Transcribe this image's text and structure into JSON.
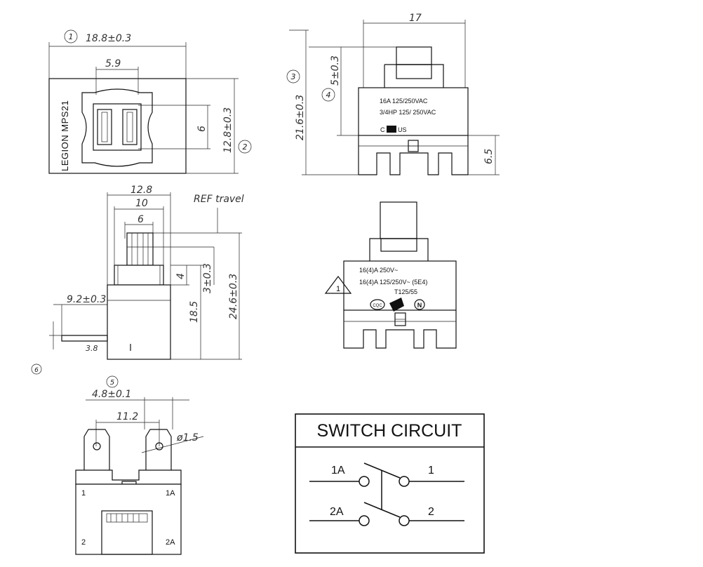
{
  "markers": {
    "m1": "1",
    "m2": "2",
    "m3": "3",
    "m4": "4",
    "m5": "5",
    "m6": "6"
  },
  "top_view": {
    "width_dim": "18.8±0.3",
    "inner_dim": "5.9",
    "height_dim": "12.8±0.3",
    "slot_dim": "6",
    "brand_text": "LEGION  MPS21"
  },
  "front_view": {
    "width_dim": "17",
    "height_dim": "21.6±0.3",
    "button_dim": "5±0.3",
    "base_dim": "6.5",
    "label_line1": "16A 125/250VAC",
    "label_line2": "3/4HP 125/ 250VAC",
    "label_c": "C",
    "label_us": "US"
  },
  "side_view": {
    "dim_width": "12.8",
    "dim_inner": "10",
    "dim_stem": "6",
    "ref_travel": "REF travel",
    "dim_travel": "4",
    "dim_3": "3±0.3",
    "dim_185": "18.5",
    "dim_total": "24.6±0.3",
    "dim_flange": "9.2±0.3",
    "dim_small": "3.8"
  },
  "rear_view": {
    "label_line1": "16(4)A 250V~",
    "label_line2": "16(4)A 125/250V~ (5E4)",
    "label_line3": "T125/55",
    "warning_mark": "1",
    "cert_cqc": "CQC",
    "cert_n": "N"
  },
  "bottom_view": {
    "dim_terminal": "4.8±0.1",
    "dim_pitch": "11.2",
    "dim_hole": "ø1.5",
    "pin_1": "1",
    "pin_1a": "1A",
    "pin_2": "2",
    "pin_2a": "2A"
  },
  "circuit": {
    "title": "SWITCH CIRCUIT",
    "left_top": "1A",
    "right_top": "1",
    "left_bottom": "2A",
    "right_bottom": "2"
  }
}
